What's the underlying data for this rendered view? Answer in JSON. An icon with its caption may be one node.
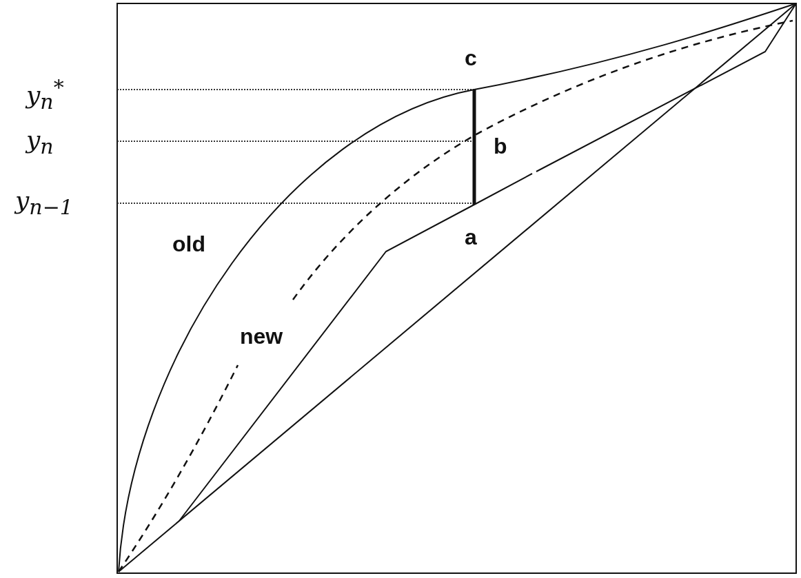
{
  "diagram": {
    "labels": [
      "y$_{n}$$^{*}$",
      "y$_{n}$",
      "y$_{n−1}$",
      "c",
      "b",
      "a",
      "old",
      "new"
    ]
  }
}
